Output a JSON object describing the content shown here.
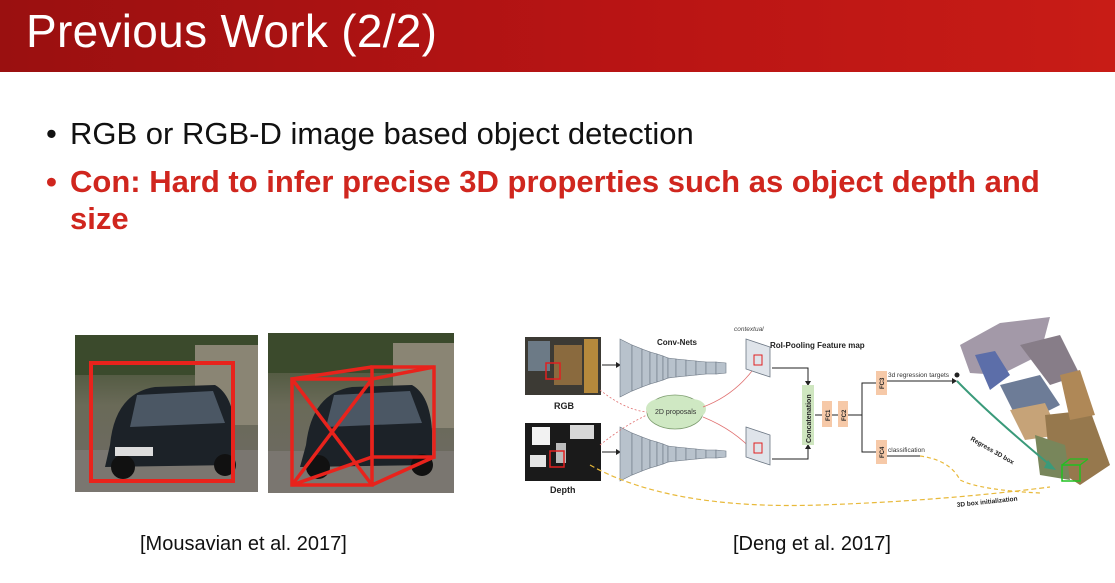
{
  "slide": {
    "title": "Previous Work (2/2)",
    "bullets": [
      {
        "text": "RGB or RGB-D image based object detection",
        "marker": "•"
      },
      {
        "text": "Con: Hard to infer precise 3D properties such as object depth and size",
        "marker": "•"
      }
    ],
    "captions": {
      "left": "[Mousavian et al. 2017]",
      "right": "[Deng et al. 2017]"
    }
  },
  "diagram": {
    "labels": {
      "rgb": "RGB",
      "depth": "Depth",
      "convnets": "Conv-Nets",
      "contextual": "contextual",
      "roi": "RoI-Pooling Feature map",
      "proposals": "2D proposals",
      "concat": "Concatenation",
      "fc1": "FC1",
      "fc2": "FC2",
      "fc3": "FC3",
      "fc4": "FC4",
      "regression_targets": "3d regression targets",
      "classification": "classification",
      "regress_box": "Regress 3D box",
      "box_init": "3D box initialization"
    }
  },
  "colors": {
    "header": "#b81414",
    "accent_red": "#d0261e",
    "fc_box": "#f6c9a8",
    "concat_box": "#cfe6c0",
    "dashed_line": "#e8b93a"
  }
}
